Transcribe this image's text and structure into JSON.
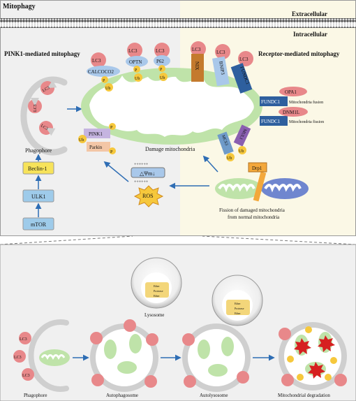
{
  "top": {
    "title": "Mitophagy",
    "extracellular": "Extracellular",
    "intracellular": "Intracellular",
    "pink1_title": "PINK1-mediated mitophagy",
    "receptor_title": "Receptor-mediated mitophagy"
  },
  "labels": {
    "lc3": "LC3",
    "p": "P",
    "ub": "Ub",
    "calcoco2": "CALCOCO2",
    "optn": "OPTN",
    "p62": "P62",
    "nix": "NIX",
    "bnip3": "BNIP3",
    "fundc1": "FUNDC1",
    "opa1": "OPA1",
    "dnm1l": "DNM1L",
    "fusion": "Mitochondria fusion",
    "fission": "Mitochondria fission",
    "mul1": "MUL1",
    "mcs3": "MCS3",
    "pink1": "PINK1",
    "parkin": "Parkin",
    "damage": "Damage mitochondria",
    "phagophore": "Phagophore",
    "beclin": "Beclin-1",
    "ulk1": "ULK1",
    "mtor": "mTOR",
    "dpsi": "△Ψm↓",
    "plus": "++++++",
    "ros": "ROS",
    "drp1": "Drp1",
    "fission_line1": "Fission of damaged mitochondria",
    "fission_line2": "from normal mitochondria"
  },
  "bottom": {
    "lysosome": "Lysosome",
    "steps": [
      "Phagophore",
      "Autophagosome",
      "Autolysosome",
      "Mitochondrial degradation"
    ],
    "enzymes": [
      "Ether",
      "Protease",
      "Ether"
    ]
  },
  "colors": {
    "left_panel": "#f0f0f0",
    "right_panel": "#fbf8e6",
    "mito_green": "#bfe3a9",
    "lc3_pink": "#e8888a",
    "p_yellow": "#f6c83c",
    "arrow_blue": "#2e6db4",
    "box_blue": "#9ecbea",
    "beclin_yellow": "#f7e35a"
  }
}
